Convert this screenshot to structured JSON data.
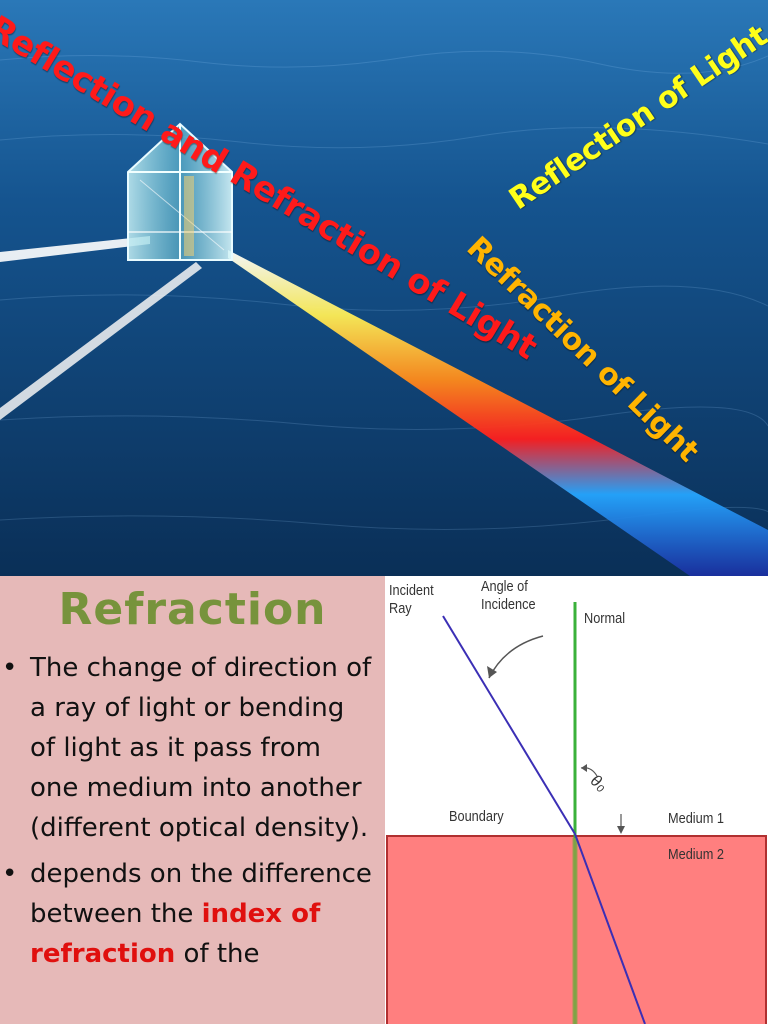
{
  "hero": {
    "title": "Reflection and Refraction of Light",
    "reflection_label": "Reflection of Light",
    "refraction_label": "Refraction of Light",
    "colors": {
      "title": "#ff1a1a",
      "reflection": "#ffff1a",
      "refraction": "#ffb400",
      "sea": "#0d3a66"
    }
  },
  "panel": {
    "heading": "Refraction",
    "bullets": [
      {
        "symbol": "•",
        "text": "The change of direction of a ray of light or bending of light as it pass from one medium into another (different optical density)."
      },
      {
        "symbol": "•",
        "before": "depends on the difference between the",
        "highlight": "index of refraction",
        "after": "of the"
      }
    ],
    "colors": {
      "background": "#e6b9b8",
      "heading": "#77933c",
      "highlight": "#e0100e"
    }
  },
  "diagram": {
    "incident_ray": "Incident\nRay",
    "angle_of_incidence": "Angle of\nIncidence",
    "normal": "Normal",
    "angle_symbol": "θ₀",
    "boundary": "Boundary",
    "medium_1": "Medium 1",
    "medium_2": "Medium 2",
    "colors": {
      "medium_2": "#ff7f7f",
      "normal": "#3ab13a",
      "ray": "#3b2fb5"
    }
  }
}
